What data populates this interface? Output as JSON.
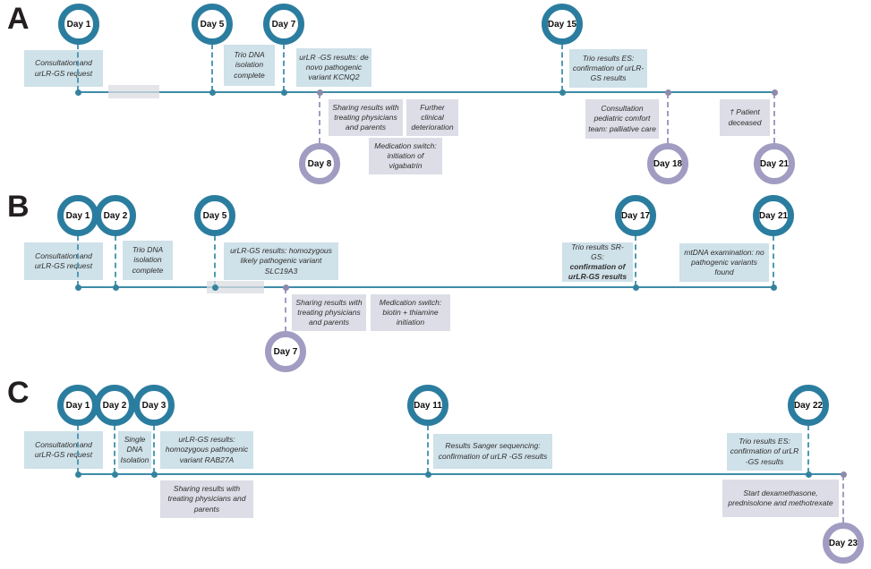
{
  "colors": {
    "teal_ring": "#2b7d9f",
    "purple_ring": "#a19cc2",
    "timeline": "#3e8ca8",
    "teal_box": "#cfe1e9",
    "gray_box": "#dcdde6",
    "teal_dot": "#34839e",
    "purple_dot": "#8f8aab"
  },
  "panels": [
    {
      "letter": "A",
      "events": [
        {
          "day": "Day 1",
          "label": "Consultation and urLR-GS request"
        },
        {
          "day": "Day 5",
          "label": "Trio DNA isolation complete"
        },
        {
          "day": "Day 7",
          "label": "urLR -GS results: de novo pathogenic variant KCNQ2"
        },
        {
          "day": "Day 15",
          "label": "Trio results ES: confirmation of urLR-GS results"
        },
        {
          "day": "Day 8",
          "label": "Sharing results with treating physicians and parents"
        },
        {
          "day": "Day 18",
          "label": "Consultation pediatric comfort team: palliative care"
        },
        {
          "day": "Day 21",
          "label": "† Patient deceased"
        }
      ],
      "notes": [
        {
          "label": "Further clinical deterioration"
        },
        {
          "label": "Medication switch: initiation of vigabatrin"
        }
      ]
    },
    {
      "letter": "B",
      "events": [
        {
          "day": "Day 1",
          "label": "Consultation and urLR-GS request"
        },
        {
          "day": "Day 2",
          "label": "Trio DNA isolation complete"
        },
        {
          "day": "Day 5",
          "label": "urLR-GS results: homozygous likely pathogenic variant SLC19A3"
        },
        {
          "day": "Day 17",
          "label": "Trio results SR-GS:",
          "label_bold": "confirmation of urLR-GS results"
        },
        {
          "day": "Day 21",
          "label": "mtDNA examination: no pathogenic variants found"
        },
        {
          "day": "Day 7",
          "label": "Sharing results with treating physicians and parents"
        }
      ],
      "notes": [
        {
          "label": "Medication switch: biotin + thiamine initiation"
        }
      ]
    },
    {
      "letter": "C",
      "events": [
        {
          "day": "Day 1",
          "label": "Consultation and urLR-GS request"
        },
        {
          "day": "Day 2",
          "label": "Single DNA Isolation"
        },
        {
          "day": "Day 3",
          "label": "urLR-GS results: homozygous pathogenic variant RAB27A"
        },
        {
          "day": "Day 11",
          "label": "Results Sanger sequencing: confirmation of urLR -GS results"
        },
        {
          "day": "Day 22",
          "label": "Trio results ES: confirmation of urLR -GS results"
        },
        {
          "day": "Day 23",
          "label": "Start dexamethasone, prednisolone and methotrexate"
        }
      ],
      "notes": [
        {
          "label": "Sharing results with treating physicians and parents"
        }
      ]
    }
  ]
}
